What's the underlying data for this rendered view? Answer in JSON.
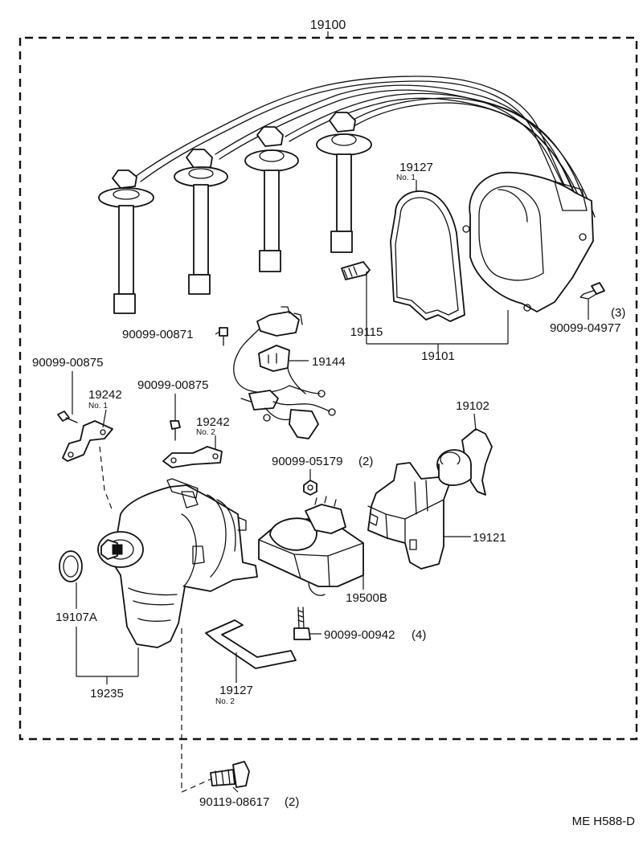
{
  "diagram": {
    "assembly_label": "19100",
    "code": "ME H588-D",
    "parts": {
      "p19127_no1": {
        "number": "19127",
        "sub": "No. 1"
      },
      "p19115": {
        "number": "19115"
      },
      "p19101": {
        "number": "19101"
      },
      "p90099_00871": {
        "number": "90099-00871"
      },
      "p19144": {
        "number": "19144"
      },
      "p90099_04977": {
        "number": "90099-04977",
        "qty": "(3)"
      },
      "p90099_00875_a": {
        "number": "90099-00875"
      },
      "p19242_no1": {
        "number": "19242",
        "sub": "No. 1"
      },
      "p90099_00875_b": {
        "number": "90099-00875"
      },
      "p19242_no2": {
        "number": "19242",
        "sub": "No. 2"
      },
      "p19102": {
        "number": "19102"
      },
      "p90099_05179": {
        "number": "90099-05179",
        "qty": "(2)"
      },
      "p19121": {
        "number": "19121"
      },
      "p19500b": {
        "number": "19500B"
      },
      "p19107a": {
        "number": "19107A"
      },
      "p90099_00942": {
        "number": "90099-00942",
        "qty": "(4)"
      },
      "p19235": {
        "number": "19235"
      },
      "p19127_no2": {
        "number": "19127",
        "sub": "No. 2"
      },
      "p90119_08617": {
        "number": "90119-08617",
        "qty": "(2)"
      }
    }
  }
}
